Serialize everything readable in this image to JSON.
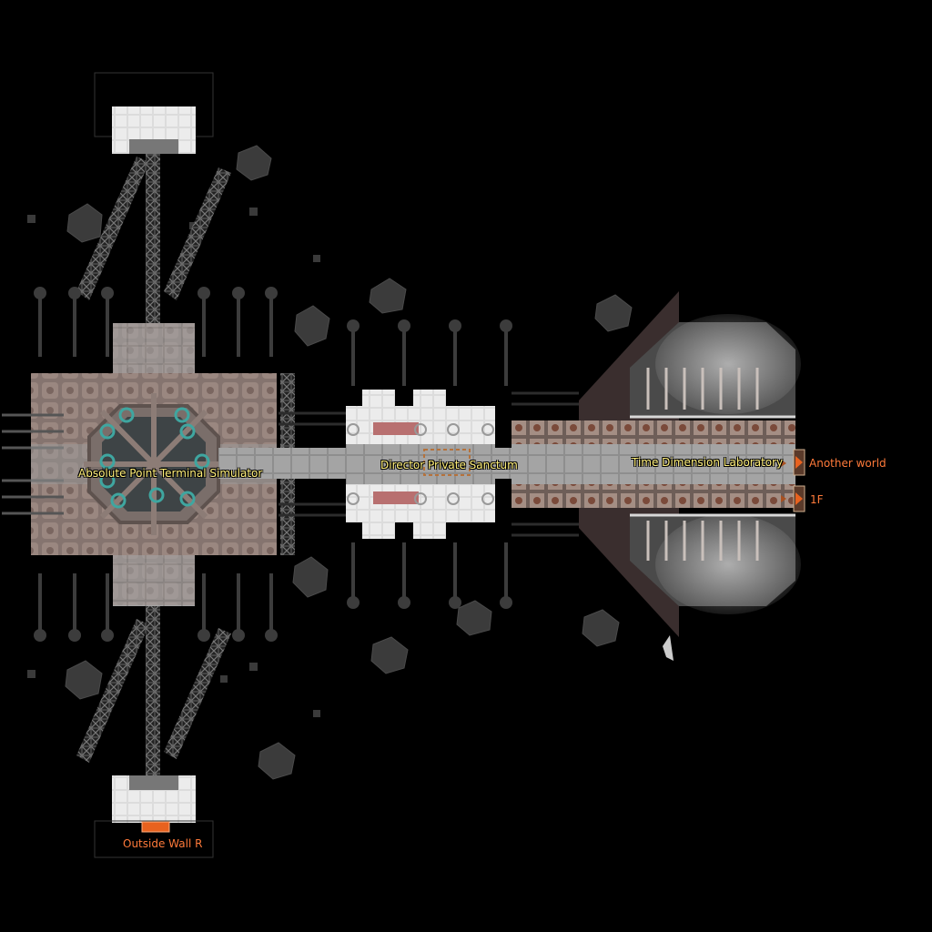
{
  "map": {
    "areas": [
      {
        "id": "absolute-point",
        "name": "Absolute Point Terminal Simulator"
      },
      {
        "id": "director",
        "name": "Director Private Sanctum"
      },
      {
        "id": "time-lab",
        "name": "Time Dimension Laboratory"
      }
    ],
    "exits": [
      {
        "id": "another-world",
        "name": "Another world"
      },
      {
        "id": "floor-1f",
        "name": "1F"
      },
      {
        "id": "outside-wall",
        "name": "Outside Wall R"
      }
    ]
  },
  "colors": {
    "background": "#000000",
    "area_label": "#ffef7a",
    "exit_label": "#ff7a3a",
    "portal": "#e8621f",
    "floor_stone": "#8c7d78",
    "walkway": "#9a9a9a",
    "white_tile": "#e4e4e4"
  }
}
